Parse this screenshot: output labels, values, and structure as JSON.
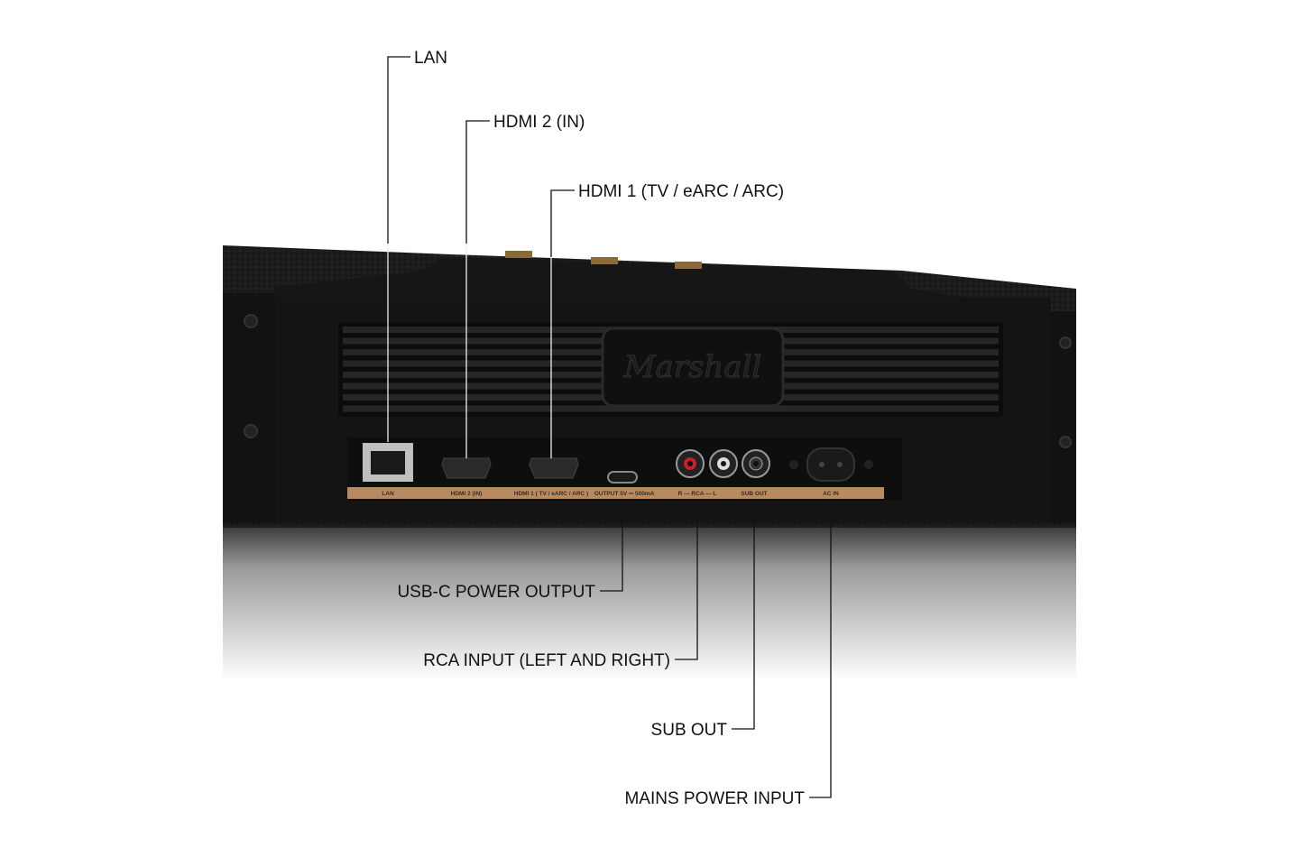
{
  "callouts": {
    "lan": "LAN",
    "hdmi2": "HDMI 2 (IN)",
    "hdmi1": "HDMI 1 (TV / eARC / ARC)",
    "usbc": "USB-C POWER OUTPUT",
    "rca": "RCA INPUT (LEFT AND RIGHT)",
    "sub": "SUB OUT",
    "mains": "MAINS POWER INPUT"
  },
  "port_labels": {
    "lan": "LAN",
    "hdmi2": "HDMI 2 (IN)",
    "hdmi1": "HDMI 1 ( TV / eARC / ARC )",
    "usb": "OUTPUT 5V ⎓ 500mA",
    "rca": "R — RCA — L",
    "sub": "SUB OUT",
    "ac": "AC IN"
  },
  "brand_logo": "Marshall",
  "colors": {
    "label_strip": "#b88a62",
    "body": "#141414",
    "rca_red": "#c8202a"
  }
}
